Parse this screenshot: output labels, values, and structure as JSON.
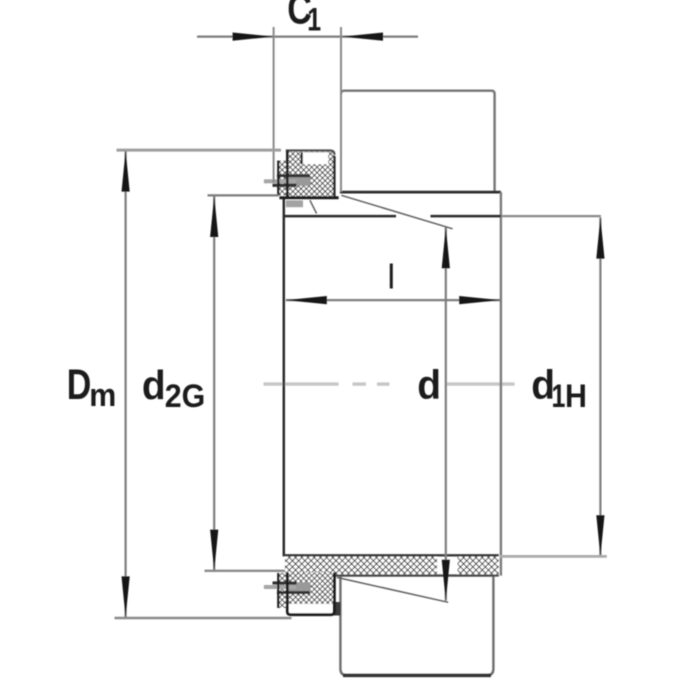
{
  "figure": {
    "type": "technical-dimension-drawing",
    "subject": "adapter sleeve cross-section with lock nut and washer",
    "background_color": "#ffffff",
    "line_colors": {
      "outline_dark": "#2a2a2a",
      "outline_medium": "#6e6e6e",
      "dimension_line": "#7d7d7d",
      "extension_light": "#a8a8a8",
      "centerline": "#c6c6c6",
      "arrowhead": "#151515",
      "text": "#1f1f1f"
    },
    "labels": {
      "c1": {
        "base": "C",
        "sub": "1"
      },
      "dm": {
        "base": "D",
        "sub": "m"
      },
      "d2g": {
        "base": "d",
        "sub": "2G"
      },
      "l": {
        "base": "l",
        "sub": ""
      },
      "d": {
        "base": "d",
        "sub": ""
      },
      "d1h": {
        "base": "d",
        "sub1": "1",
        "sub2": "H",
        "sub": "1H"
      }
    }
  }
}
